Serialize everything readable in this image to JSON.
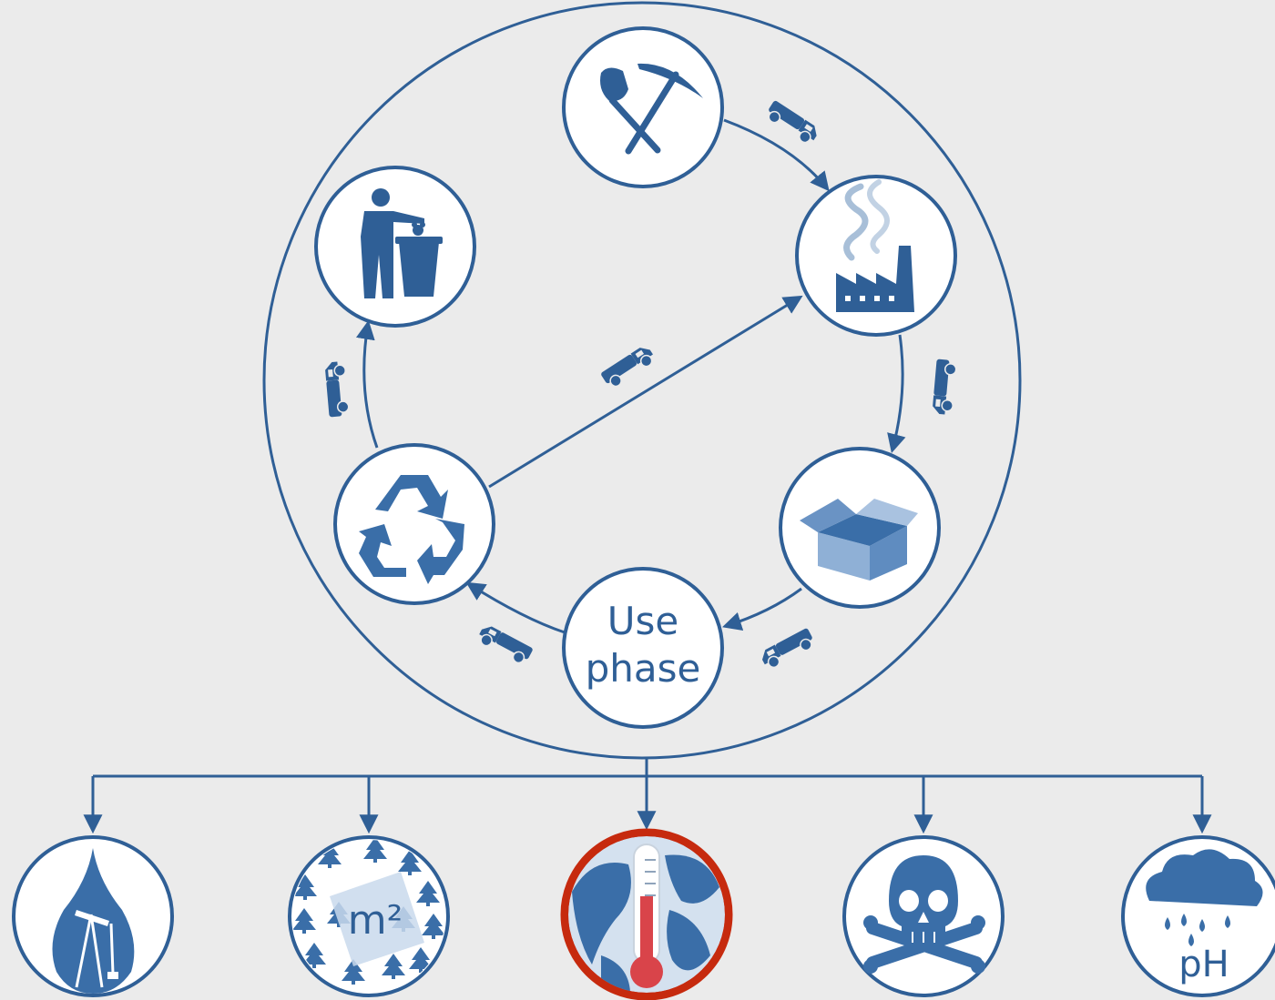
{
  "colors": {
    "background": "#ebebeb",
    "primary": "#2f5f96",
    "icon_blue": "#3a6ea8",
    "light_blue": "#8fb0d6",
    "highlight_ring": "#c62a0e",
    "thermo_red": "#d9444a"
  },
  "lifecycle": {
    "stages": [
      {
        "icon": "mining-pick-shovel-icon"
      },
      {
        "icon": "factory-icon"
      },
      {
        "icon": "product-box-icon"
      },
      {
        "label_line1": "Use",
        "label_line2": "phase"
      },
      {
        "icon": "recycling-icon"
      },
      {
        "icon": "waste-disposal-icon"
      }
    ],
    "transport_icon": "truck-icon"
  },
  "impacts": [
    {
      "icon": "oil-depletion-icon"
    },
    {
      "icon": "land-use-icon",
      "label": "m²"
    },
    {
      "icon": "global-warming-icon",
      "highlighted": true
    },
    {
      "icon": "toxicity-skull-icon"
    },
    {
      "icon": "acidification-rain-icon",
      "label": "pH"
    }
  ]
}
